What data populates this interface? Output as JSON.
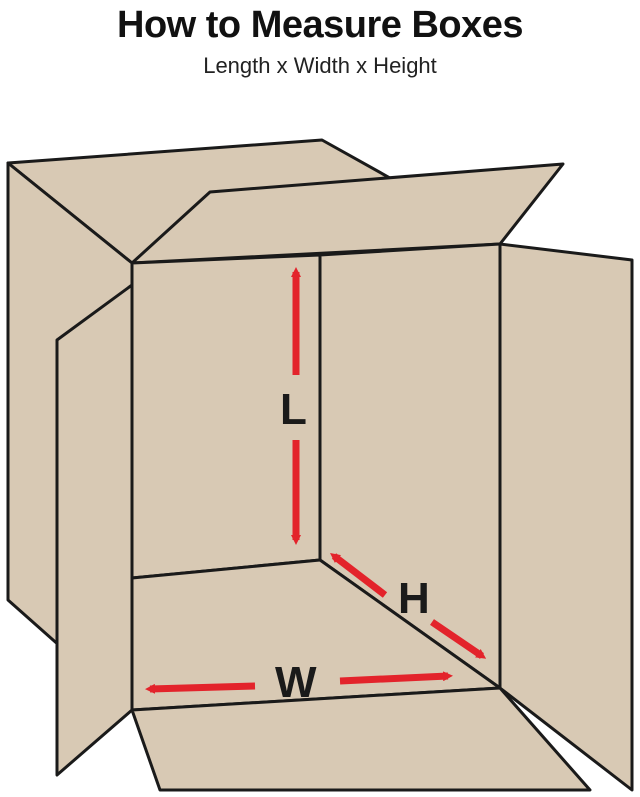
{
  "header": {
    "title": "How to Measure Boxes",
    "subtitle": "Length x Width x Height"
  },
  "labels": {
    "length": "L",
    "width": "W",
    "height": "H"
  },
  "colors": {
    "box_fill": "#d8c9b4",
    "box_fill_shadow": "#cdbda6",
    "outline": "#1a1a1a",
    "arrow": "#e3232b"
  }
}
